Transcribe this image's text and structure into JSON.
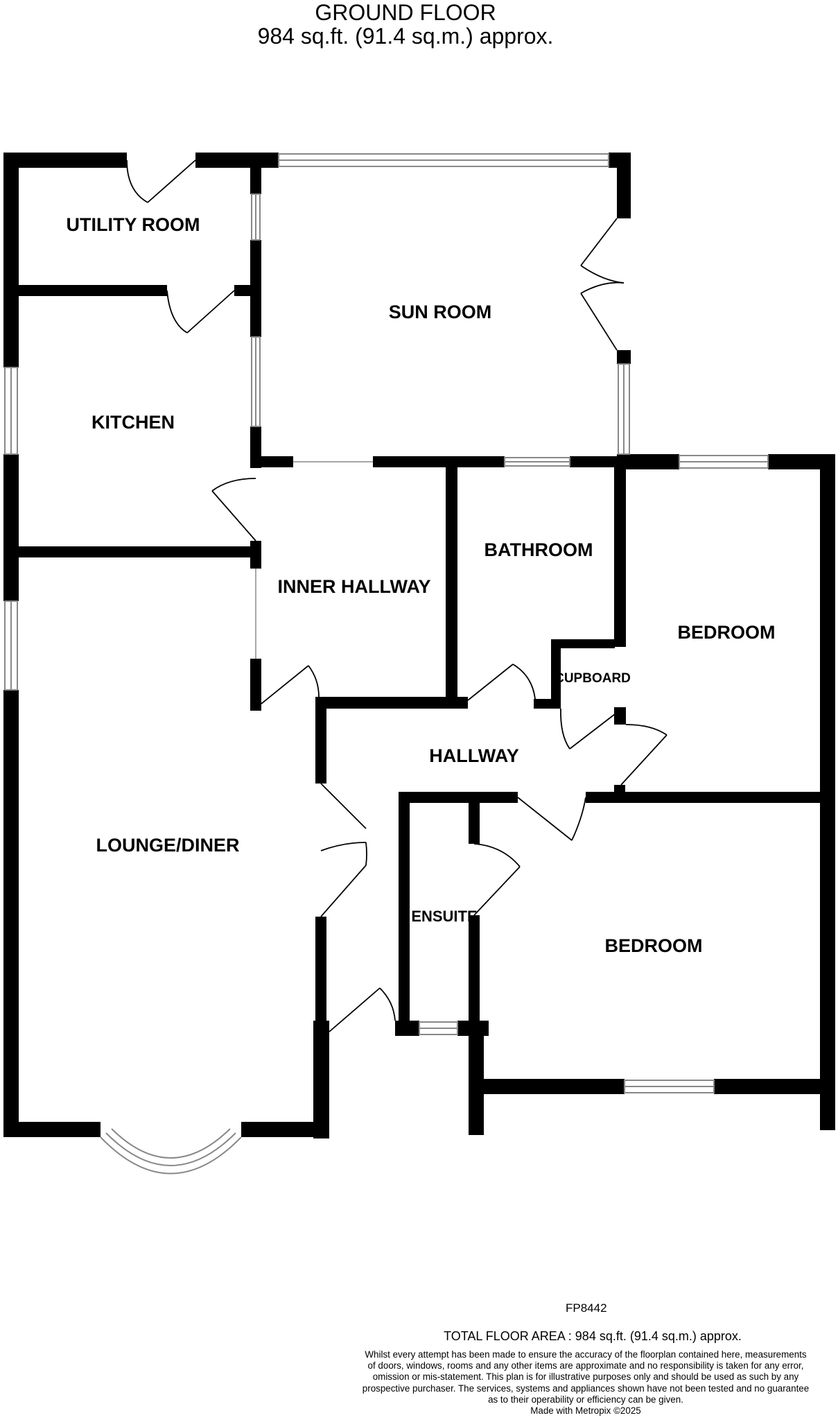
{
  "header": {
    "title": "GROUND FLOOR",
    "area": "984 sq.ft. (91.4 sq.m.) approx."
  },
  "rooms": {
    "utility_room": "UTILITY ROOM",
    "sun_room": "SUN ROOM",
    "kitchen": "KITCHEN",
    "inner_hallway": "INNER HALLWAY",
    "bathroom": "BATHROOM",
    "bedroom_1": "BEDROOM",
    "cupboard": "CUPBOARD",
    "hallway": "HALLWAY",
    "lounge_diner": "LOUNGE/DINER",
    "ensuite": "ENSUITE",
    "bedroom_2": "BEDROOM"
  },
  "footer": {
    "plan_ref": "FP8442",
    "total_area": "TOTAL FLOOR AREA : 984 sq.ft. (91.4 sq.m.) approx.",
    "disclaimer_1": "Whilst every attempt has been made to ensure the accuracy of the floorplan contained here, measurements",
    "disclaimer_2": "of doors, windows, rooms and any other items are approximate and no responsibility is taken for any error,",
    "disclaimer_3": "omission or mis-statement. This plan is for illustrative purposes only and should be used as such by any",
    "disclaimer_4": "prospective purchaser. The services, systems and appliances shown have not been tested and no guarantee",
    "disclaimer_5": "as to their operability or efficiency can be given.",
    "made_with": "Made with Metropix ©2025"
  },
  "colors": {
    "wall": "#000000",
    "window": "#888888",
    "background": "#ffffff"
  }
}
